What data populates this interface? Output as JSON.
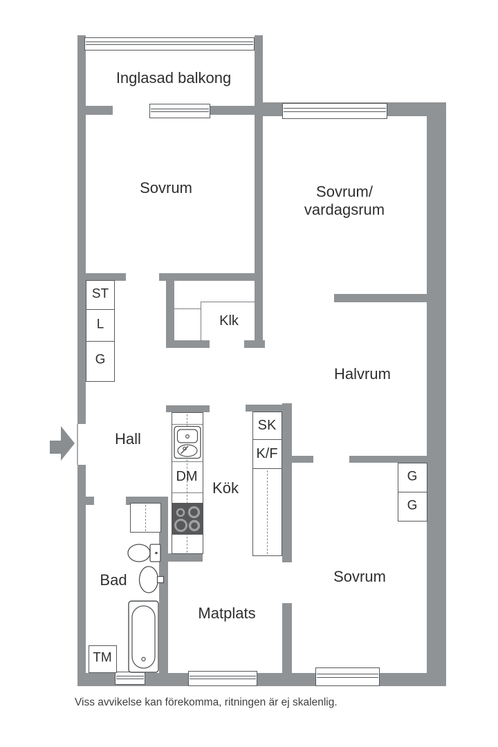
{
  "floorplan": {
    "rooms": {
      "balcony": "Inglasad balkong",
      "bedroom_top": "Sovrum",
      "bedroom_living_line1": "Sovrum/",
      "bedroom_living_line2": "vardagsrum",
      "closet": "Klk",
      "half_room": "Halvrum",
      "hall": "Hall",
      "kitchen": "Kök",
      "bathroom": "Bad",
      "dining": "Matplats",
      "bedroom_bottom": "Sovrum"
    },
    "fixtures": {
      "st": "ST",
      "linen_closet": "L",
      "wardrobe_hall": "G",
      "dishwasher": "DM",
      "tall_cabinet": "SK",
      "fridge_freezer": "K/F",
      "wardrobe_1": "G",
      "wardrobe_2": "G",
      "washing_machine": "TM"
    },
    "footer": "Viss avvikelse kan förekomma, ritningen är ej skalenlig.",
    "colors": {
      "wall": "#909396",
      "outline": "#55585a",
      "stove": "#57585a",
      "text": "#2e2f30"
    }
  }
}
